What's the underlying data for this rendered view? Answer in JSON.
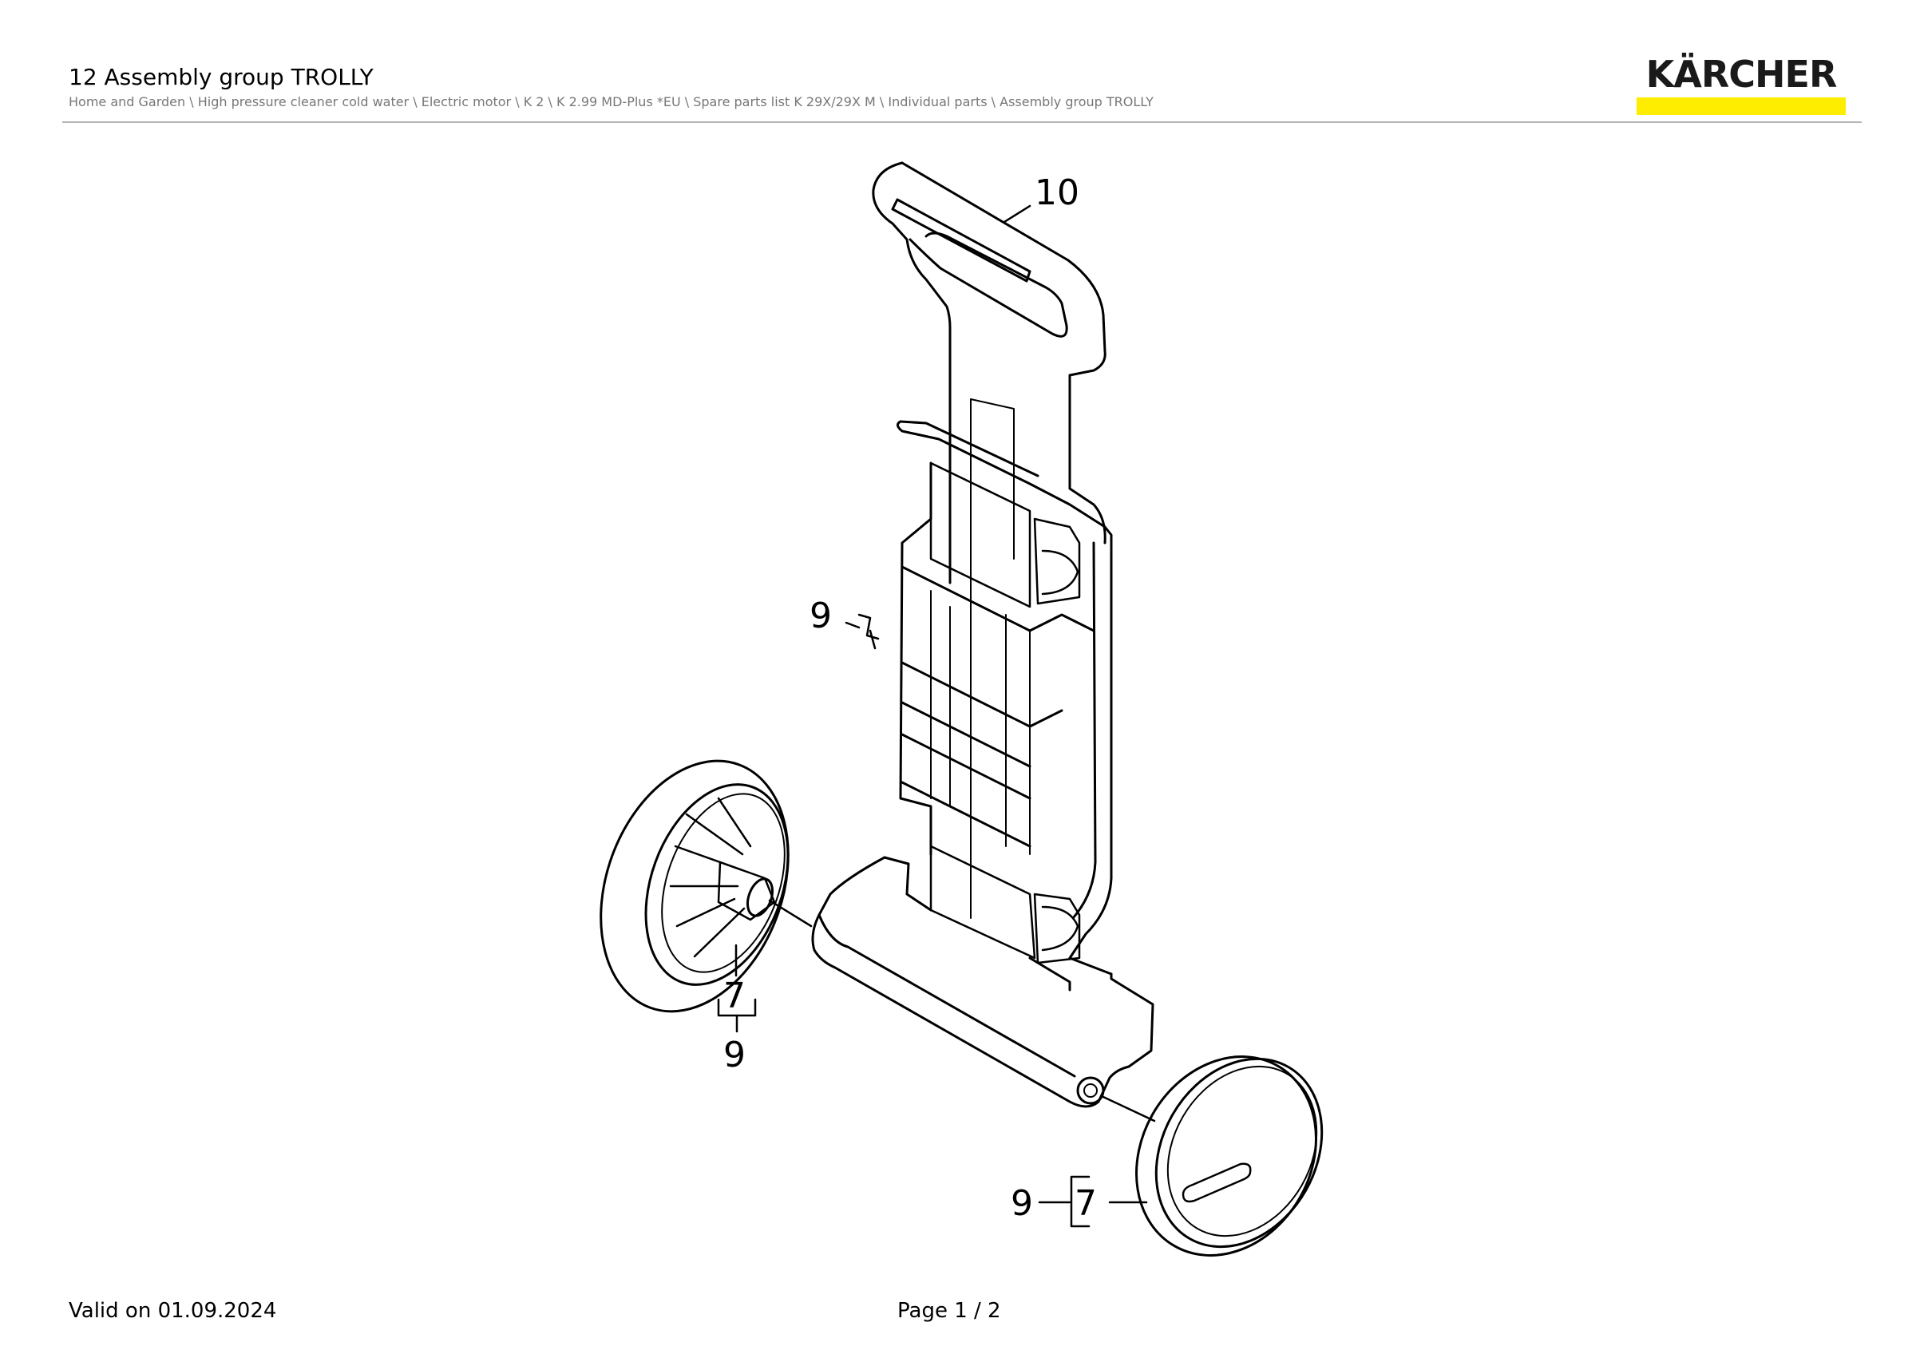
{
  "header": {
    "title": "12 Assembly group TROLLY",
    "breadcrumb": "Home and Garden \\ High pressure cleaner cold water \\ Electric motor \\ K 2 \\ K 2.99 MD-Plus *EU \\ Spare parts list K 29X/29X M \\ Individual parts \\ Assembly group TROLLY"
  },
  "logo": {
    "text": "KÄRCHER",
    "text_color": "#1a1a1a",
    "bar_color": "#ffed00"
  },
  "diagram": {
    "callouts": {
      "handle": "10",
      "clip": "9",
      "wheel_left_top": "7",
      "wheel_left_bottom": "9",
      "wheel_right_left": "9",
      "wheel_right_right": "7"
    }
  },
  "footer": {
    "valid": "Valid on 01.09.2024",
    "page": "Page 1 / 2"
  },
  "colors": {
    "rule": "#b4b4b4",
    "breadcrumb": "#777777",
    "line": "#000000"
  }
}
